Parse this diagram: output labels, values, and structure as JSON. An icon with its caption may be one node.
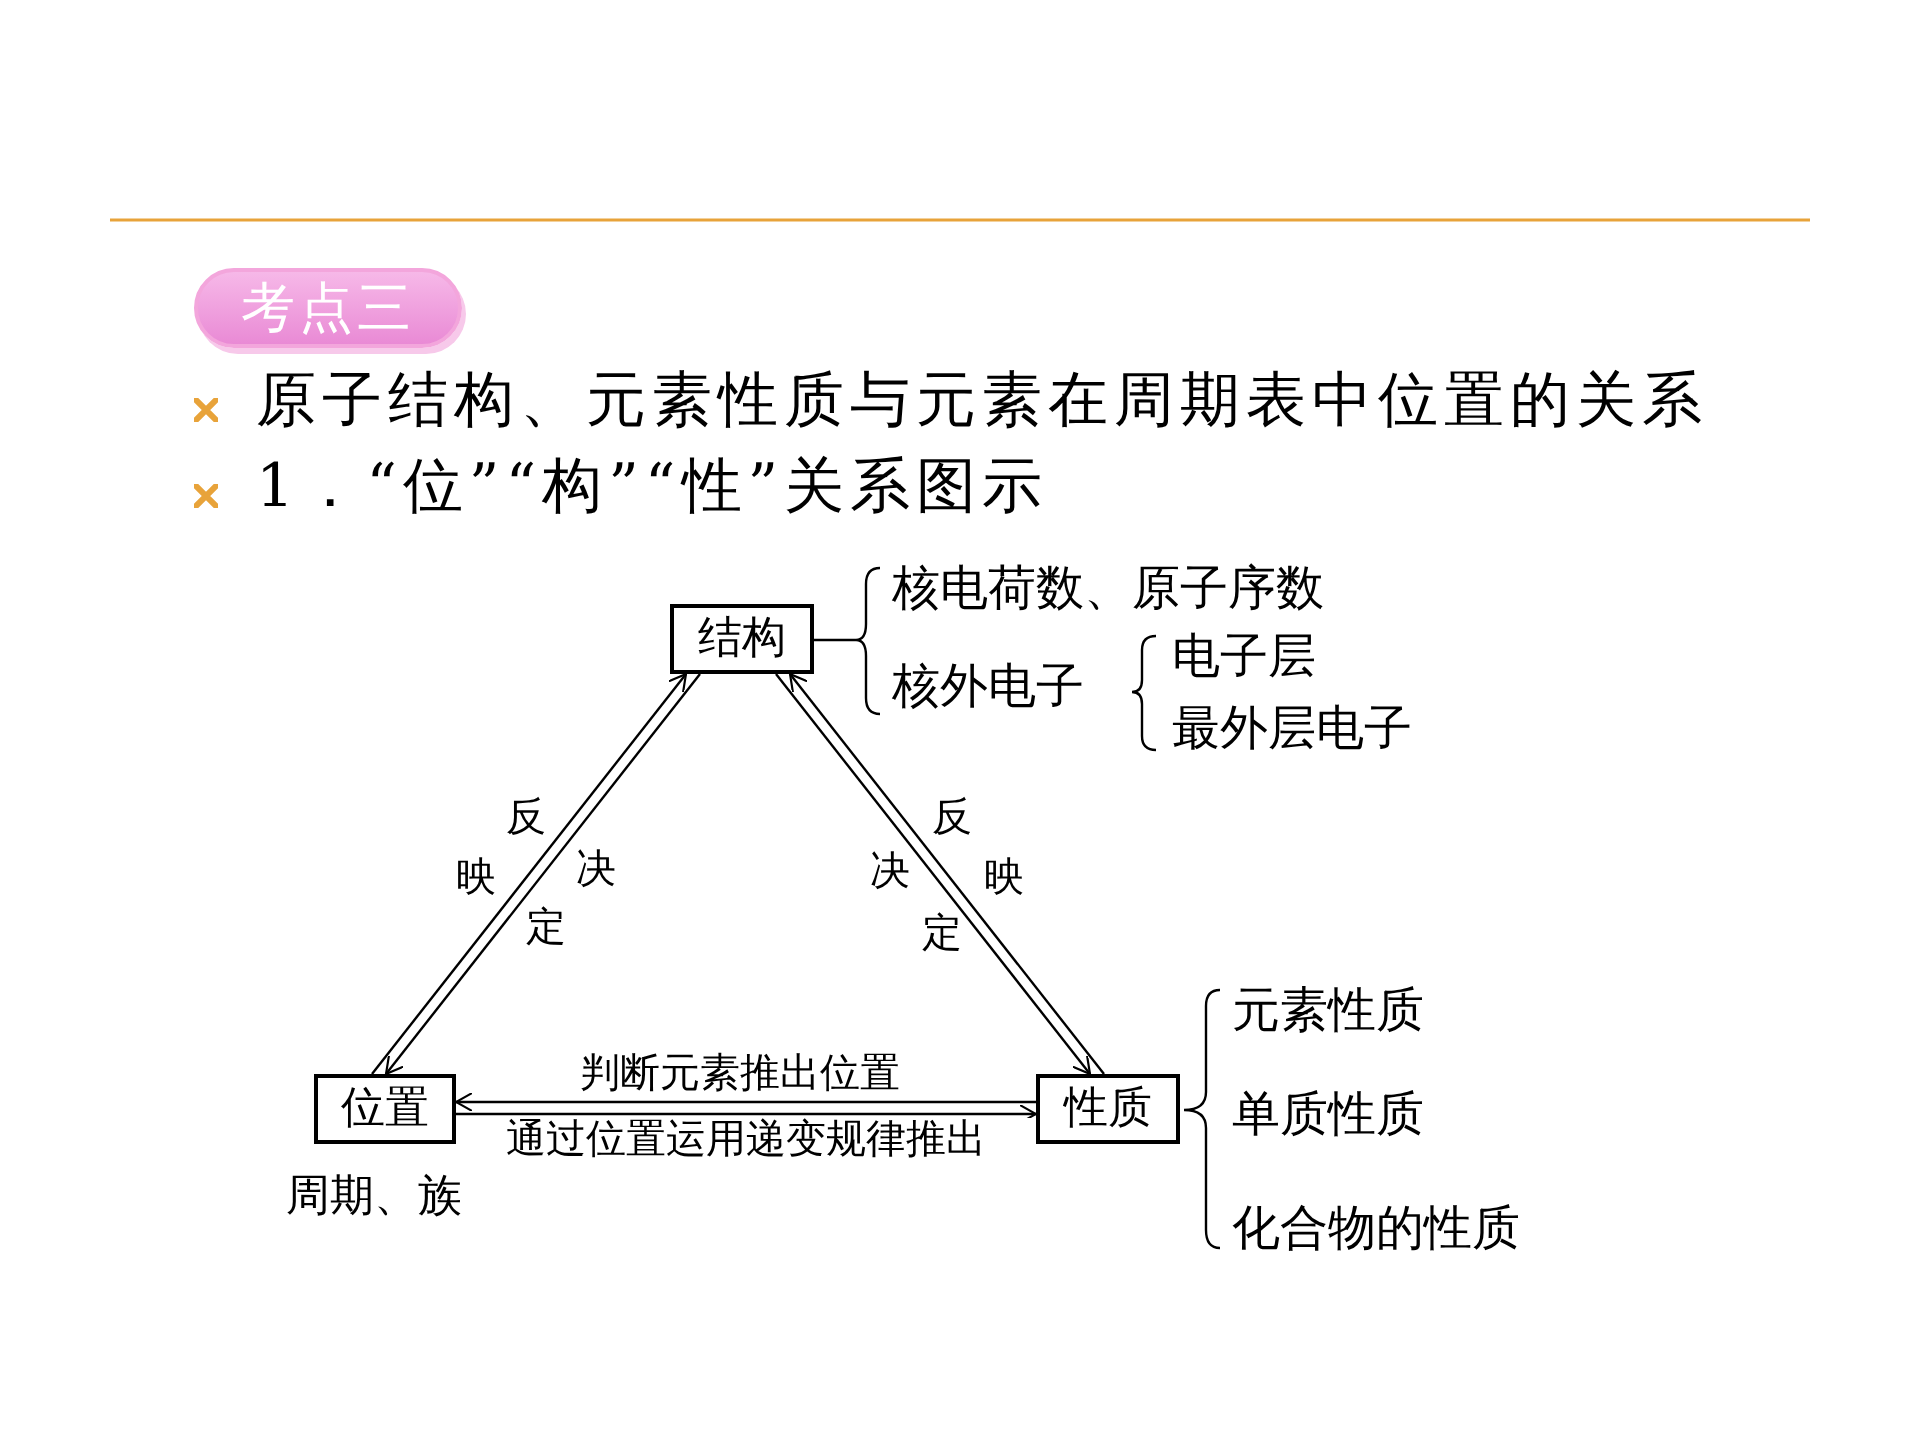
{
  "diagram": {
    "nodes": [
      {
        "text": [
          "考点三"
        ]
      },
      {
        "text": [
          "结构"
        ]
      },
      {
        "text": [
          "位置"
        ],
        "beside": [
          "周期、族"
        ]
      },
      {
        "text": [
          "性质"
        ]
      }
    ],
    "edges": [
      {
        "from": 1,
        "to": 2,
        "arrow": "to",
        "label": "决定"
      },
      {
        "from": 2,
        "to": 1,
        "arrow": "to",
        "label": "反映"
      },
      {
        "from": 1,
        "to": 3,
        "arrow": "to",
        "label": "决定"
      },
      {
        "from": 3,
        "to": 1,
        "arrow": "to",
        "label": "反映"
      },
      {
        "from": 3,
        "to": 2,
        "arrow": "to",
        "label": "判断元素推出位置"
      },
      {
        "from": 2,
        "to": 3,
        "arrow": "to",
        "label": "通过位置运用递变规律推出"
      }
    ],
    "labels": [
      "原子结构、元素性质与元素在周期表中位置的关系",
      "1．“位”“构”“性”关系图示",
      "核电荷数、原子序数",
      "核外电子",
      "电子层",
      "最外层电子",
      "元素性质",
      "单质性质",
      "化合物的性质"
    ]
  }
}
